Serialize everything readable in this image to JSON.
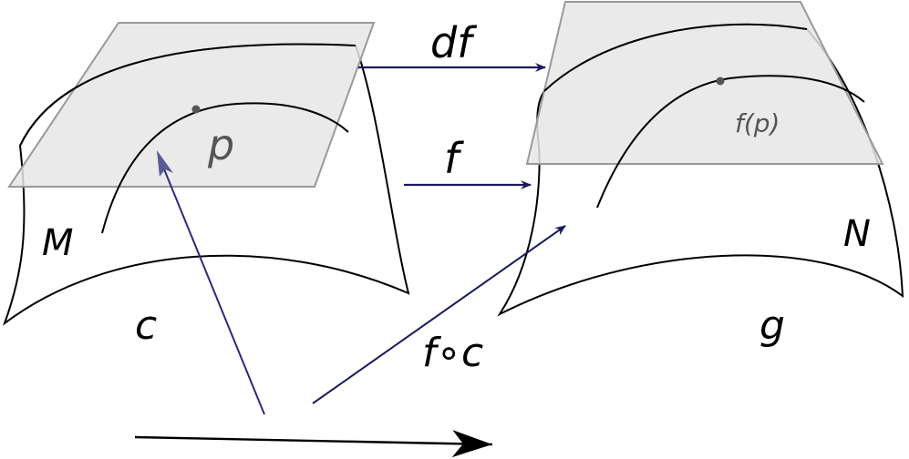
{
  "labels": {
    "p": "p",
    "f_of_p": "f(p)",
    "M": "M",
    "N": "N",
    "c": "c",
    "g": "g",
    "df": "df",
    "f": "f",
    "f_compose_c": "f∘c"
  },
  "colors": {
    "surface_stroke": "#000000",
    "tangent_plane_fill": "#e6e6e6",
    "tangent_plane_stroke": "#999999",
    "map_arrow": "#1a1a5e",
    "curve_arrow_left": "#2a2a78",
    "curve_arrow_head_left": "#5a5a96",
    "point": "#555555",
    "label_grey": "#555555"
  }
}
